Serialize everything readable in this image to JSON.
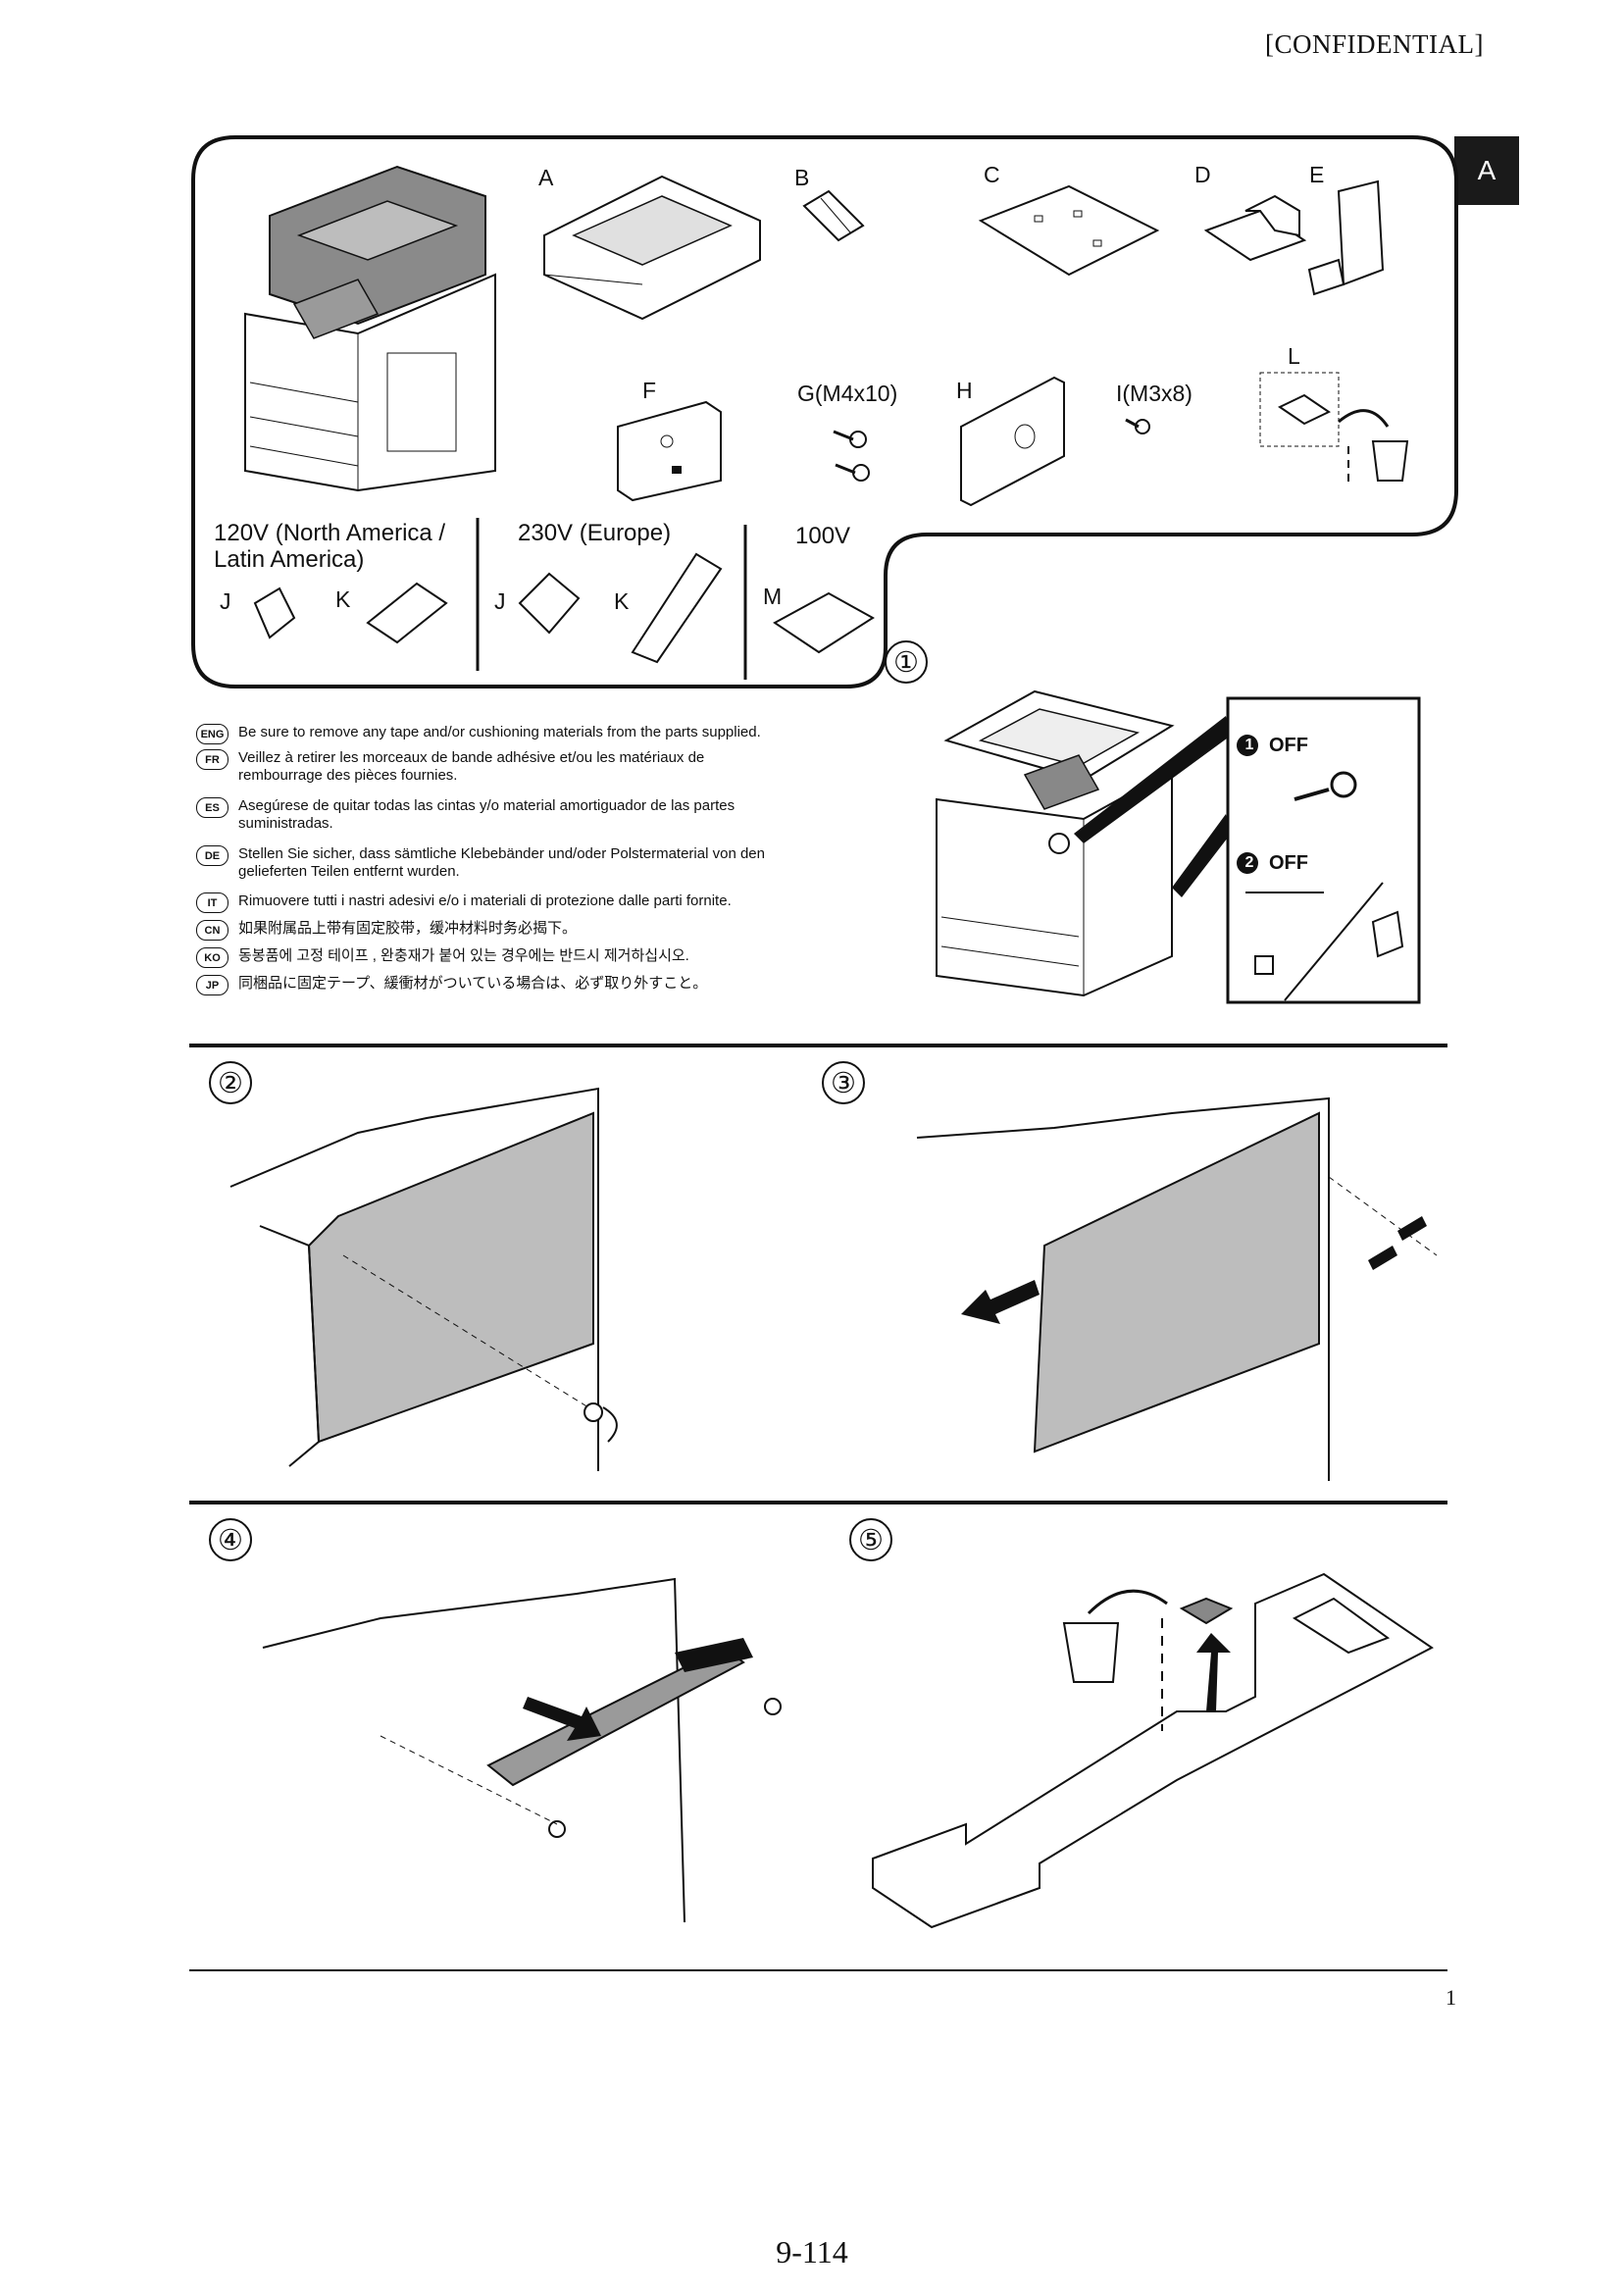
{
  "header": {
    "confidential": "[CONFIDENTIAL]"
  },
  "side_tab": "A",
  "parts": {
    "A": "A",
    "B": "B",
    "C": "C",
    "D": "D",
    "E": "E",
    "F": "F",
    "G": "G(M4x10)",
    "H": "H",
    "I": "I(M3x8)",
    "L": "L",
    "M": "M",
    "J1": "J",
    "K1": "K",
    "J2": "J",
    "K2": "K"
  },
  "voltage": {
    "na_line1": "120V (North America /",
    "na_line2": "Latin America)",
    "eu": "230V (Europe)",
    "jp": "100V"
  },
  "instructions": [
    {
      "code": "ENG",
      "text": "Be sure to remove any tape and/or cushioning materials from the parts supplied."
    },
    {
      "code": "FR",
      "text": "Veillez à retirer les morceaux de bande adhésive et/ou les matériaux de rembourrage des pièces fournies."
    },
    {
      "code": "ES",
      "text": "Asegúrese de quitar todas las cintas y/o material amortiguador de las partes suministradas."
    },
    {
      "code": "DE",
      "text": "Stellen Sie sicher, dass sämtliche Klebebänder und/oder Polstermaterial von den gelieferten Teilen entfernt wurden."
    },
    {
      "code": "IT",
      "text": "Rimuovere tutti i nastri adesivi e/o i materiali di protezione dalle parti fornite."
    },
    {
      "code": "CN",
      "text": "如果附属品上带有固定胶带，缓冲材料时务必揭下。"
    },
    {
      "code": "KO",
      "text": "동봉품에 고정 테이프 , 완충재가 붙어 있는 경우에는 반드시 제거하십시오."
    },
    {
      "code": "JP",
      "text": "同梱品に固定テープ、緩衝材がついている場合は、必ず取り外すこと。"
    }
  ],
  "steps": {
    "s1": "①",
    "s2": "②",
    "s3": "③",
    "s4": "④",
    "s5": "⑤"
  },
  "power": {
    "off1": "OFF",
    "off2": "OFF",
    "n1": "1",
    "n2": "2"
  },
  "page_number": "1",
  "footer": "9-114"
}
